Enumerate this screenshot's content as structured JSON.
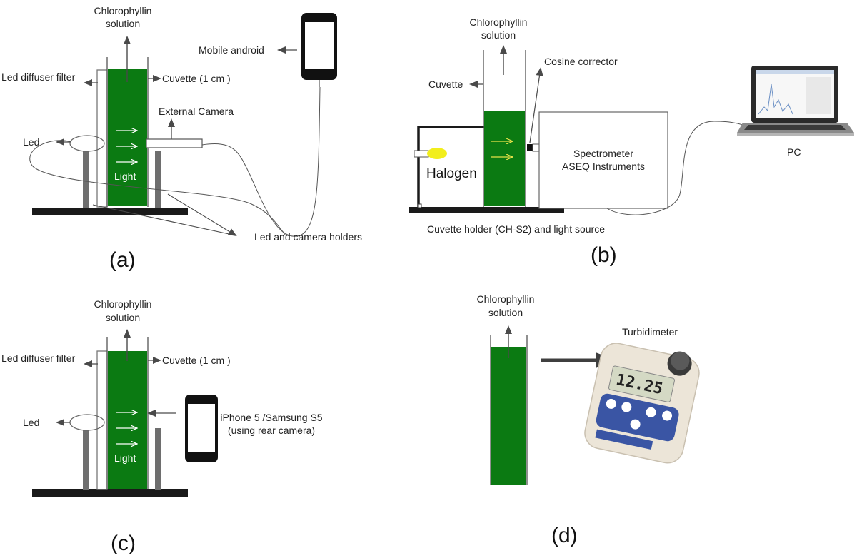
{
  "colors": {
    "solution": "#0b7a12",
    "line": "#555555",
    "base": "#1a1a1a",
    "post": "#6e6e6e",
    "halogen_bulb": "#f2ee1c",
    "turbidimeter_body": "#ece5d8",
    "turbidimeter_keypad": "#3a55a4"
  },
  "panels": {
    "a": {
      "tag": "(a)",
      "chlorophyllin_line1": "Chlorophyllin",
      "chlorophyllin_line2": "solution",
      "cuvette": "Cuvette (1 cm )",
      "diffuser": "Led diffuser filter",
      "led": "Led",
      "external_camera": "External Camera",
      "mobile": "Mobile android",
      "holders": "Led and camera holders",
      "light": "Light"
    },
    "b": {
      "tag": "(b)",
      "chlorophyllin_line1": "Chlorophyllin",
      "chlorophyllin_line2": "solution",
      "cuvette": "Cuvette",
      "cosine": "Cosine corrector",
      "halogen": "Halogen",
      "spectrometer_line1": "Spectrometer",
      "spectrometer_line2": "ASEQ Instruments",
      "holder": "Cuvette holder (CH-S2) and light source",
      "pc": "PC"
    },
    "c": {
      "tag": "(c)",
      "chlorophyllin_line1": "Chlorophyllin",
      "chlorophyllin_line2": "solution",
      "cuvette": "Cuvette (1 cm )",
      "diffuser": "Led diffuser filter",
      "led": "Led",
      "phone_line1": "iPhone 5 /Samsung S5",
      "phone_line2": "(using rear camera)",
      "light": "Light"
    },
    "d": {
      "tag": "(d)",
      "chlorophyllin_line1": "Chlorophyllin",
      "chlorophyllin_line2": "solution",
      "turbidimeter": "Turbidimeter",
      "display": "12.25"
    }
  }
}
